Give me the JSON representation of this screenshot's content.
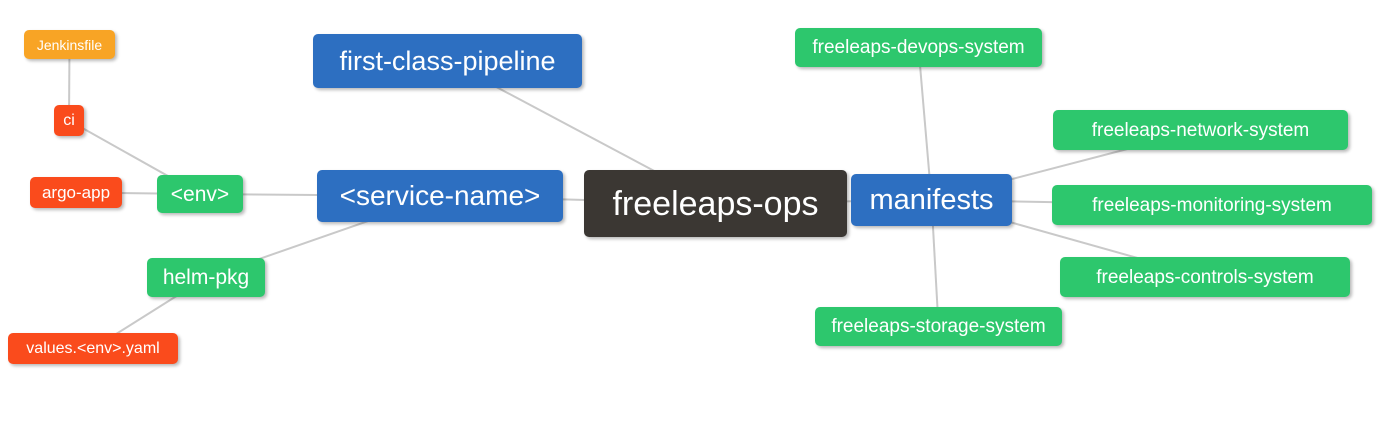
{
  "diagram": {
    "background": "#ffffff",
    "edge_color": "#c9c9c9",
    "text_color": "#ffffff",
    "palette": {
      "blue": "#2d6fc1",
      "green": "#2dc76d",
      "orange": "#f8a425",
      "red": "#fa4b1c",
      "dark": "#3b3733"
    },
    "nodes": [
      {
        "id": "jenkinsfile",
        "label": "Jenkinsfile",
        "color": "orange"
      },
      {
        "id": "ci",
        "label": "ci",
        "color": "red"
      },
      {
        "id": "argo-app",
        "label": "argo-app",
        "color": "red"
      },
      {
        "id": "env",
        "label": "<env>",
        "color": "green"
      },
      {
        "id": "service-name",
        "label": "<service-name>",
        "color": "blue"
      },
      {
        "id": "first-class-pipeline",
        "label": "first-class-pipeline",
        "color": "blue"
      },
      {
        "id": "freeleaps-ops",
        "label": "freeleaps-ops",
        "color": "dark"
      },
      {
        "id": "manifests",
        "label": "manifests",
        "color": "blue"
      },
      {
        "id": "helm-pkg",
        "label": "helm-pkg",
        "color": "green"
      },
      {
        "id": "values-env-yaml",
        "label": "values.<env>.yaml",
        "color": "red"
      },
      {
        "id": "freeleaps-devops-system",
        "label": "freeleaps-devops-system",
        "color": "green"
      },
      {
        "id": "freeleaps-network-system",
        "label": "freeleaps-network-system",
        "color": "green"
      },
      {
        "id": "freeleaps-monitoring-system",
        "label": "freeleaps-monitoring-system",
        "color": "green"
      },
      {
        "id": "freeleaps-controls-system",
        "label": "freeleaps-controls-system",
        "color": "green"
      },
      {
        "id": "freeleaps-storage-system",
        "label": "freeleaps-storage-system",
        "color": "green"
      }
    ],
    "edges": [
      [
        "jenkinsfile",
        "ci"
      ],
      [
        "ci",
        "env"
      ],
      [
        "argo-app",
        "env"
      ],
      [
        "env",
        "service-name"
      ],
      [
        "service-name",
        "helm-pkg"
      ],
      [
        "helm-pkg",
        "values-env-yaml"
      ],
      [
        "service-name",
        "freeleaps-ops"
      ],
      [
        "first-class-pipeline",
        "freeleaps-ops"
      ],
      [
        "freeleaps-ops",
        "manifests"
      ],
      [
        "manifests",
        "freeleaps-devops-system"
      ],
      [
        "manifests",
        "freeleaps-network-system"
      ],
      [
        "manifests",
        "freeleaps-monitoring-system"
      ],
      [
        "manifests",
        "freeleaps-controls-system"
      ],
      [
        "manifests",
        "freeleaps-storage-system"
      ]
    ]
  }
}
